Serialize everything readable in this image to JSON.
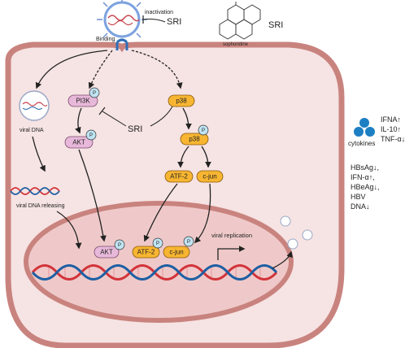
{
  "virus": {
    "binding_label": "Binding",
    "inactivation_label": "inactivation",
    "sri_label": "SRI"
  },
  "compound": {
    "name": "sophoridine",
    "sri_label": "SRI"
  },
  "pathway": {
    "pi3k": "PI3K",
    "akt": "AKT",
    "p38_upper": "p38",
    "p38_lower": "p38",
    "atf2": "ATF-2",
    "cjun": "c-jun",
    "sri_center": "SRI",
    "phospho": "P"
  },
  "viral": {
    "dna_label": "viral DNA",
    "releasing_label": "viral DNA releasing",
    "replication_label": "viral replication"
  },
  "nucleus": {
    "akt": "AKT",
    "atf2": "ATF-2",
    "cjun": "c-jun"
  },
  "cytokines": {
    "label": "cytokines",
    "effects": [
      "IFNA↑",
      "IL-10↑",
      "TNF-α↓"
    ]
  },
  "markers": [
    "HBsAg↓,",
    "IFN-α↑,",
    "HBeAg↓,",
    "HBV",
    "DNA↓"
  ],
  "colors": {
    "cell_fill": "#f6e3e3",
    "cell_border": "#c9837e",
    "nucleus_fill": "#efc9c9",
    "akt_pill": "#e7b8d9",
    "orange_pill": "#f7b531",
    "phospho": "#bfe3f2",
    "cytokine_blue": "#1d7fc3",
    "dna_red": "#d2343a",
    "dna_blue": "#1e5fa3"
  }
}
